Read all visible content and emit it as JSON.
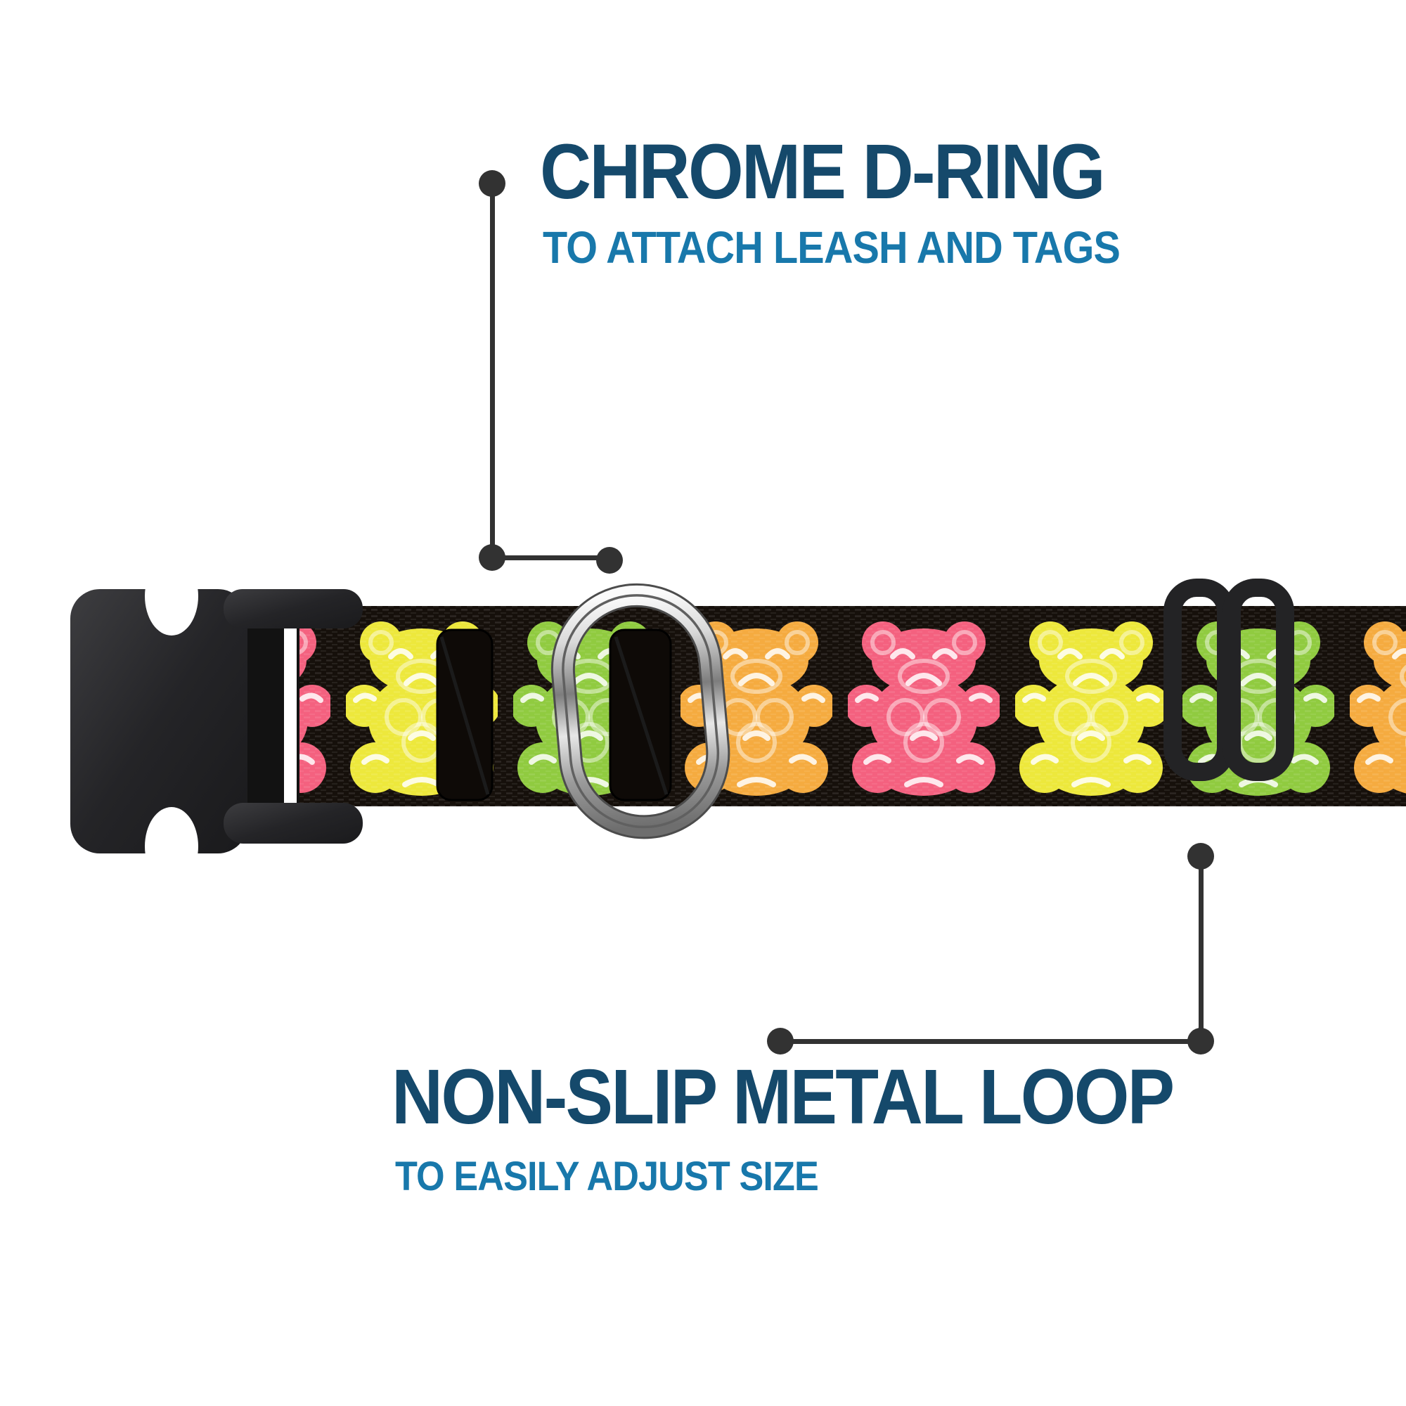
{
  "callouts": {
    "d_ring": {
      "title": "CHROME D-RING",
      "subtitle": "TO ATTACH LEASH AND TAGS"
    },
    "metal_loop": {
      "title": "NON-SLIP METAL LOOP",
      "subtitle": "TO EASILY ADJUST SIZE"
    }
  },
  "strap": {
    "bear_sequence": [
      "pink",
      "yellow",
      "green",
      "orange",
      "pink",
      "yellow",
      "green",
      "orange"
    ]
  },
  "colors": {
    "ui": {
      "background": "#FFFFFF",
      "title_navy": "#15496B",
      "subtitle_blue": "#1878AB",
      "callout_gray": "#323232",
      "strap_black": "#16100B",
      "plastic_black": "#232325",
      "chrome_silver": "#C9C9C9"
    },
    "bears": {
      "pink": "#F4617F",
      "yellow": "#EDE83C",
      "green": "#90CB40",
      "orange": "#F5AB40"
    }
  }
}
